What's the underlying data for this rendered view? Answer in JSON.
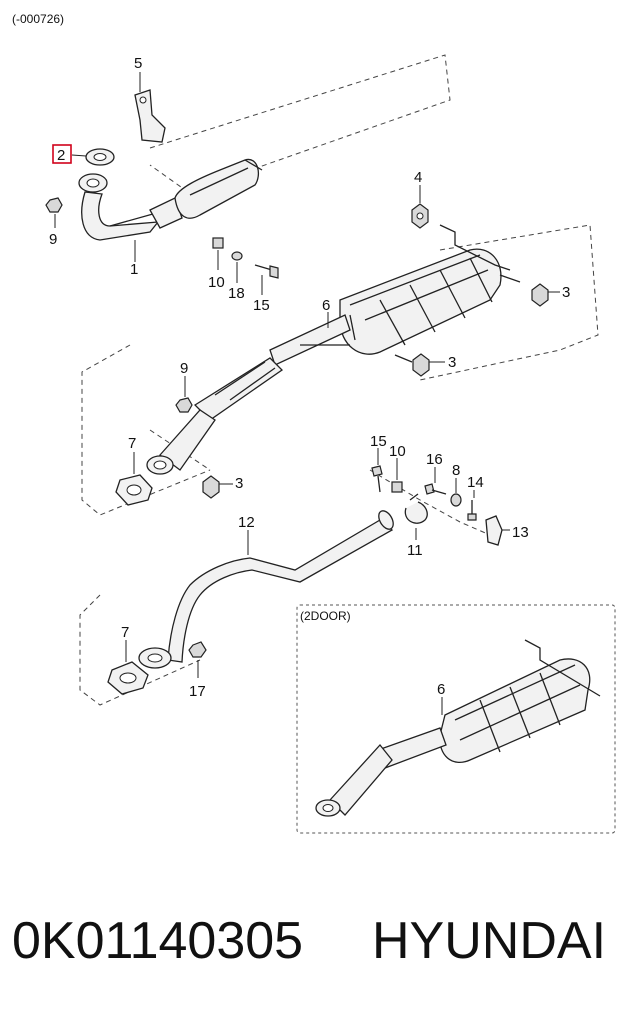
{
  "range_note": "(-000726)",
  "variant_note": "(2DOOR)",
  "highlight_color": "#d0021b",
  "callouts": {
    "c1": "1",
    "c2": "2",
    "c3a": "3",
    "c3b": "3",
    "c3c": "3",
    "c4": "4",
    "c5": "5",
    "c6a": "6",
    "c6b": "6",
    "c7a": "7",
    "c7b": "7",
    "c8": "8",
    "c9a": "9",
    "c9b": "9",
    "c10a": "10",
    "c10b": "10",
    "c11": "11",
    "c12": "12",
    "c13": "13",
    "c14": "14",
    "c15a": "15",
    "c15b": "15",
    "c16": "16",
    "c17": "17",
    "c18": "18"
  },
  "caption": {
    "part_number": "0K01140305",
    "brand": "HYUNDAI"
  }
}
